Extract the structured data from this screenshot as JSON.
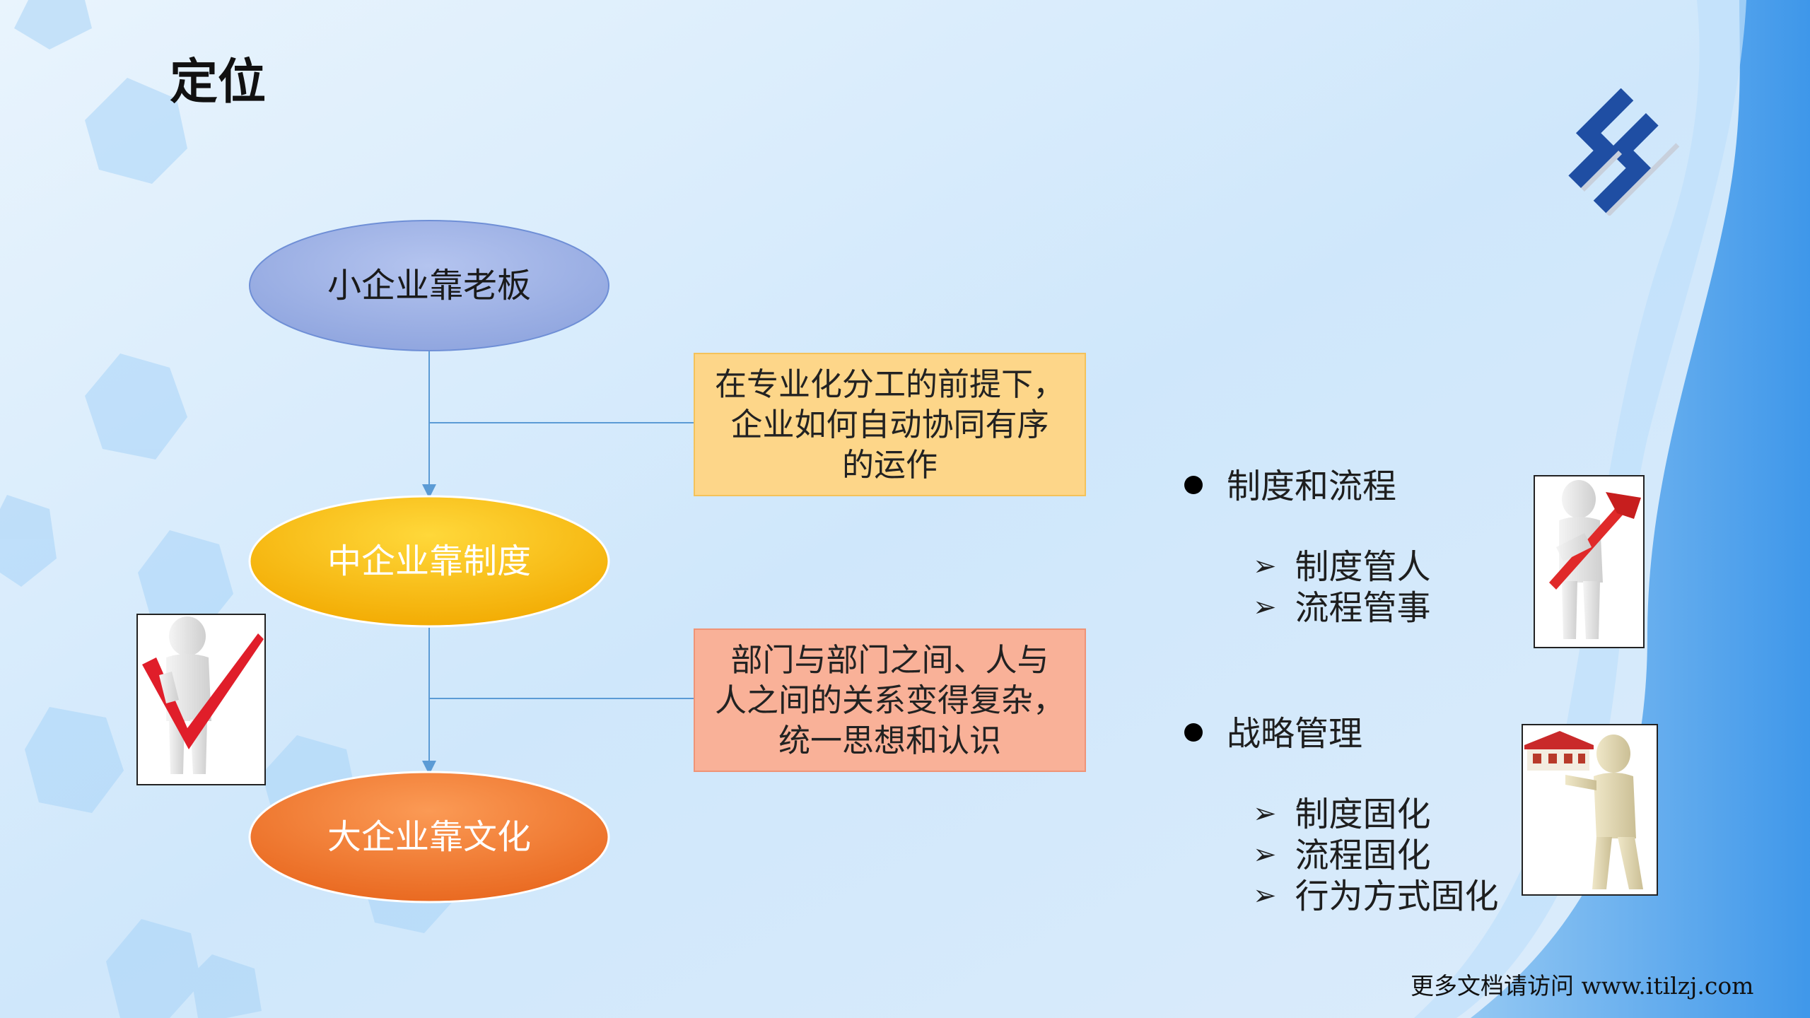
{
  "slide": {
    "title": "定位",
    "footer": "更多文档请访问 www.itilzj.com"
  },
  "flow": {
    "stages": [
      {
        "label": "小企业靠老板",
        "color": "#9fb3e6"
      },
      {
        "label": "中企业靠制度",
        "color": "#ffc000"
      },
      {
        "label": "大企业靠文化",
        "color": "#f47a2e"
      }
    ],
    "notes": [
      {
        "lines": [
          "在专业化分工的前提下，",
          "企业如何自动协同有序",
          "的运作"
        ],
        "color": "#fdd689"
      },
      {
        "lines": [
          "部门与部门之间、人与",
          "人之间的关系变得复杂，",
          "统一思想和认识"
        ],
        "color": "#f9b198"
      }
    ]
  },
  "bullets": [
    {
      "label": "制度和流程",
      "items": [
        "制度管人",
        "流程管事"
      ]
    },
    {
      "label": "战略管理",
      "items": [
        "制度固化",
        "流程固化",
        "行为方式固化"
      ]
    }
  ],
  "colors": {
    "logo_blue": "#1f4ea3",
    "arrow_blue": "#5b9bd5"
  },
  "icons": [
    "company-logo",
    "figure-checkmark",
    "figure-hammer",
    "figure-house"
  ]
}
